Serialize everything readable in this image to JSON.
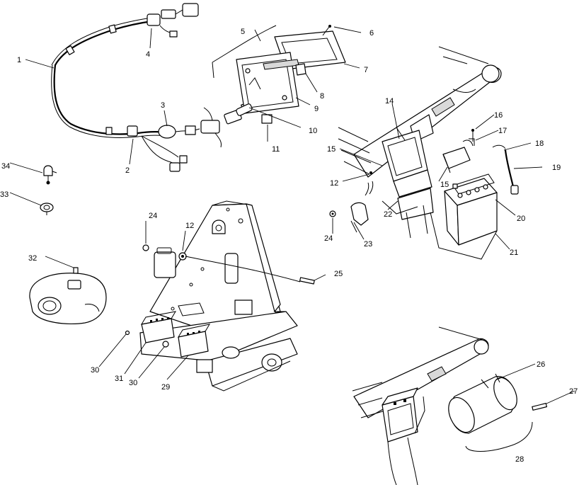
{
  "callouts": [
    {
      "id": "c1",
      "text": "1"
    },
    {
      "id": "c2",
      "text": "2"
    },
    {
      "id": "c3",
      "text": "3"
    },
    {
      "id": "c4",
      "text": "4"
    },
    {
      "id": "c5",
      "text": "5"
    },
    {
      "id": "c6",
      "text": "6"
    },
    {
      "id": "c7",
      "text": "7"
    },
    {
      "id": "c8",
      "text": "8"
    },
    {
      "id": "c9",
      "text": "9"
    },
    {
      "id": "c10",
      "text": "10"
    },
    {
      "id": "c11",
      "text": "11"
    },
    {
      "id": "c12a",
      "text": "12"
    },
    {
      "id": "c12b",
      "text": "12"
    },
    {
      "id": "c14",
      "text": "14"
    },
    {
      "id": "c15a",
      "text": "15"
    },
    {
      "id": "c15b",
      "text": "15"
    },
    {
      "id": "c16",
      "text": "16"
    },
    {
      "id": "c17",
      "text": "17"
    },
    {
      "id": "c18",
      "text": "18"
    },
    {
      "id": "c19",
      "text": "19"
    },
    {
      "id": "c20",
      "text": "20"
    },
    {
      "id": "c21",
      "text": "21"
    },
    {
      "id": "c22",
      "text": "22"
    },
    {
      "id": "c23",
      "text": "23"
    },
    {
      "id": "c24a",
      "text": "24"
    },
    {
      "id": "c24b",
      "text": "24"
    },
    {
      "id": "c25",
      "text": "25"
    },
    {
      "id": "c26",
      "text": "26"
    },
    {
      "id": "c27",
      "text": "27"
    },
    {
      "id": "c28",
      "text": "28"
    },
    {
      "id": "c29",
      "text": "29"
    },
    {
      "id": "c30a",
      "text": "30"
    },
    {
      "id": "c30b",
      "text": "30"
    },
    {
      "id": "c31",
      "text": "31"
    },
    {
      "id": "c32",
      "text": "32"
    },
    {
      "id": "c33",
      "text": "33"
    },
    {
      "id": "c34",
      "text": "34"
    }
  ]
}
